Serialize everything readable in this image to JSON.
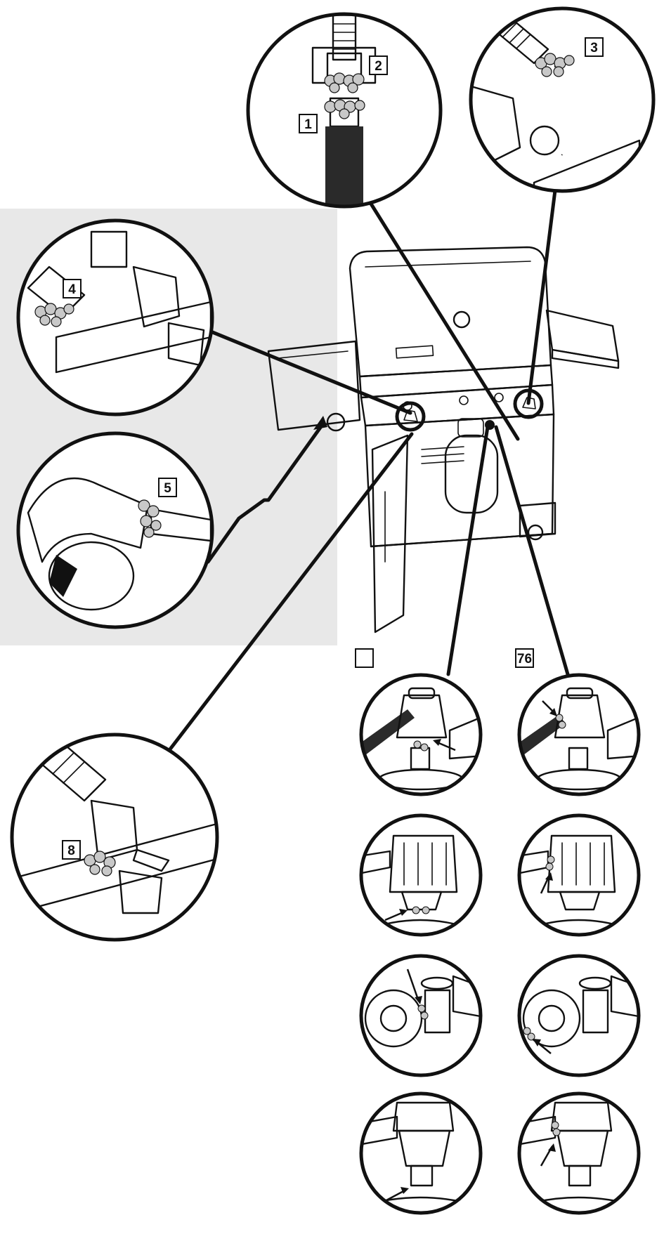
{
  "callouts": {
    "c1": "1",
    "c2": "2",
    "c3": "3",
    "c4": "4",
    "c5": "5",
    "c6": "",
    "c7": "76",
    "c8": "8"
  },
  "colors": {
    "panel": "#e8e8e8",
    "ink": "#111111",
    "soap": "#c8c8c8",
    "hose": "#2a2a2a",
    "regulator_dark": "#555555"
  }
}
